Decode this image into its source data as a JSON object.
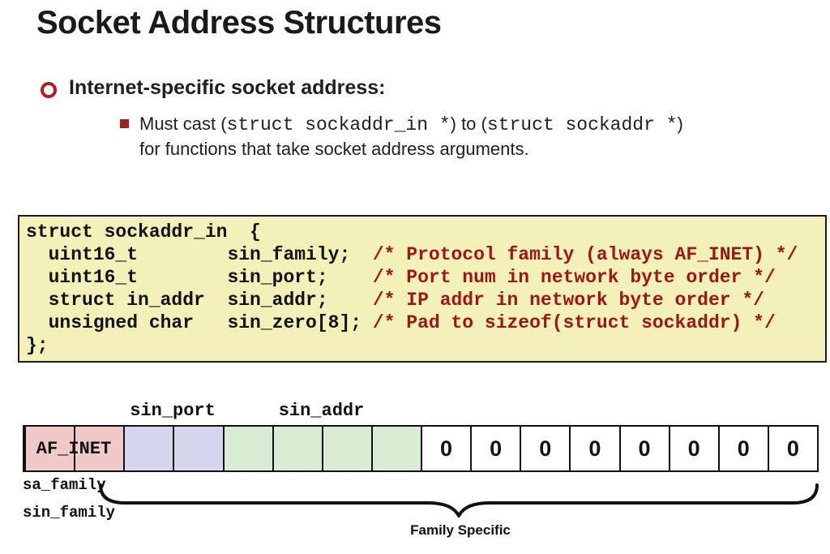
{
  "title": "Socket Address Structures",
  "bullet": {
    "label": "Internet-specific socket address:",
    "sub": {
      "seg1": "Must cast (",
      "seg2": "struct sockaddr_in *",
      "seg3": ") to (",
      "seg4": "struct sockaddr *",
      "seg5": ")",
      "line2": "for functions that take socket address arguments."
    }
  },
  "code": {
    "lines": [
      {
        "decl": "struct sockaddr_in  {",
        "comment": ""
      },
      {
        "decl": "  uint16_t        sin_family;  ",
        "comment": "/* Protocol family (always AF_INET) */"
      },
      {
        "decl": "  uint16_t        sin_port;    ",
        "comment": "/* Port num in network byte order */"
      },
      {
        "decl": "  struct in_addr  sin_addr;    ",
        "comment": "/* IP addr in network byte order */"
      },
      {
        "decl": "  unsigned char   sin_zero[8]; ",
        "comment": "/* Pad to sizeof(struct sockaddr) */"
      },
      {
        "decl": "};",
        "comment": ""
      }
    ]
  },
  "diagram": {
    "port_label": "sin_port",
    "addr_label": "sin_addr",
    "af_inet": "AF_INET",
    "zero": "0",
    "sa_family": "sa_family",
    "sin_family": "sin_family",
    "family_specific": "Family Specific"
  },
  "colors": {
    "accent_red": "#b02121",
    "comment_red": "#9e1515",
    "code_bg": "#f4f0ba",
    "family_cell": "#f2c9c9",
    "port_cell": "#d8d6ef",
    "addr_cell": "#d7ecd2"
  }
}
